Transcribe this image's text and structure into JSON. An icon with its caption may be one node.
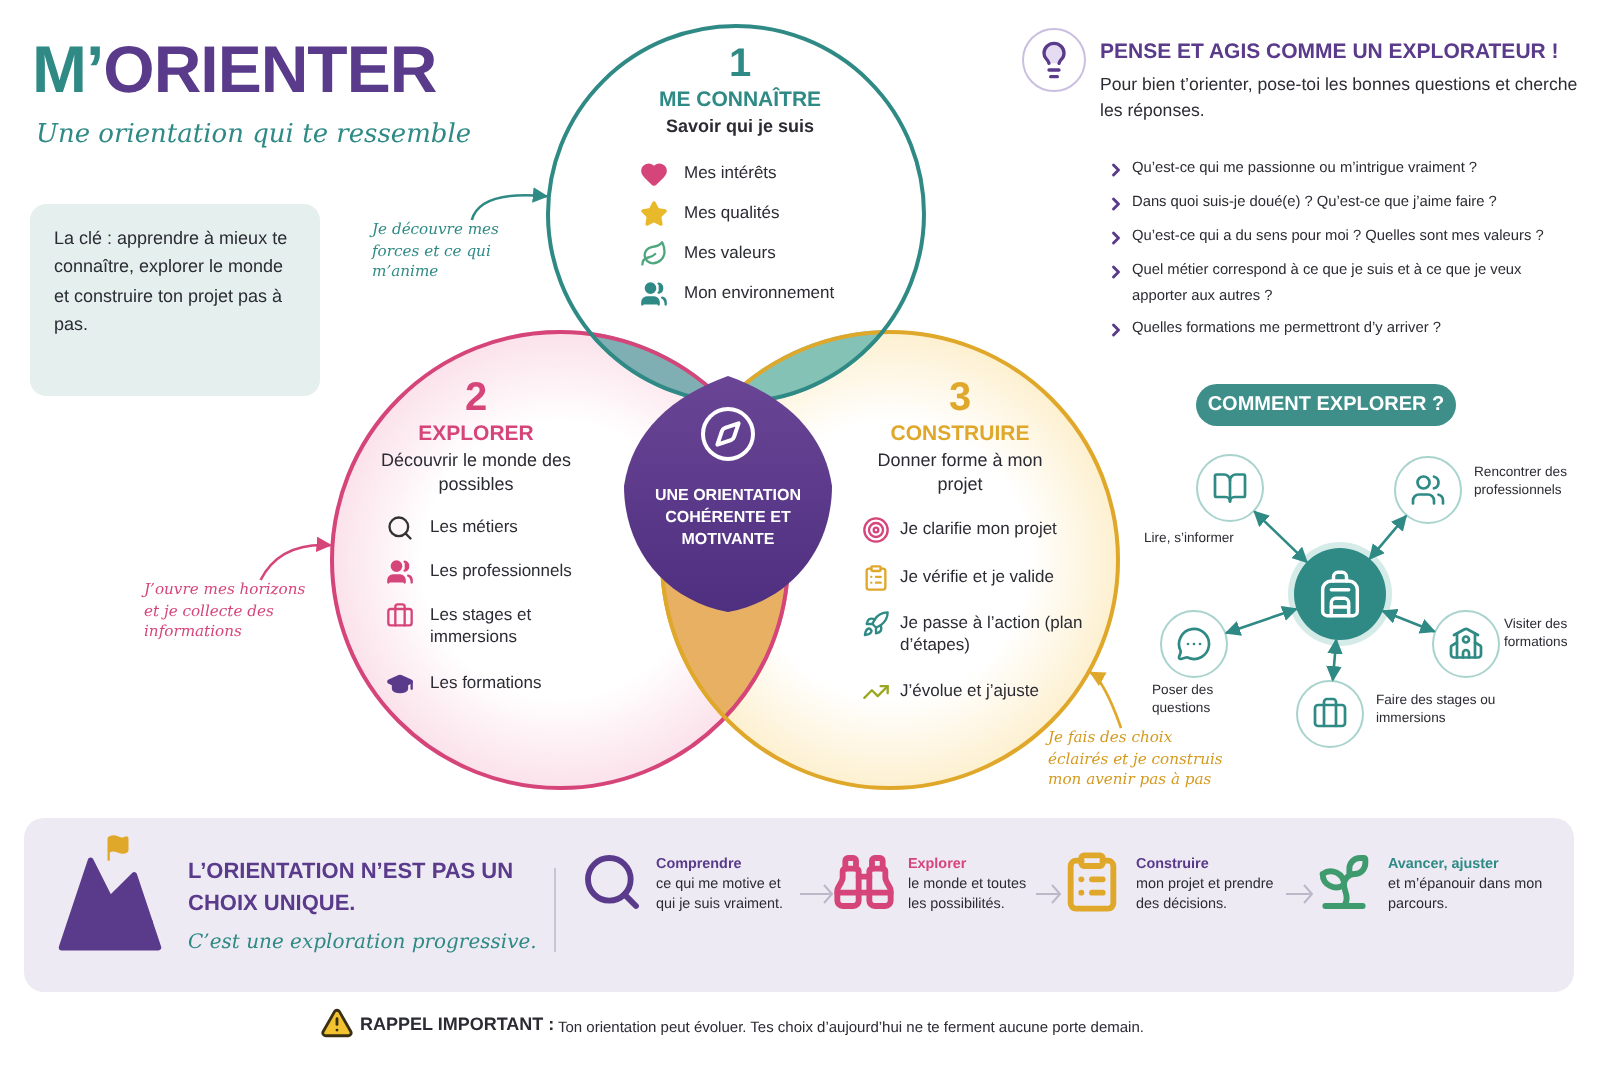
{
  "diagram": {
    "title": "M’ORIENTER",
    "nodes": [
      {
        "text": [
          "1",
          "ME CONNAÎTRE",
          "Savoir qui je suis",
          "Mes intérêts",
          "Mes qualités",
          "Mes valeurs",
          "Mon environnement"
        ]
      },
      {
        "text": [
          "2",
          "EXPLORER",
          "Découvrir le monde des possibles",
          "Les métiers",
          "Les professionnels",
          "Les stages et immersions",
          "Les formations"
        ]
      },
      {
        "text": [
          "3",
          "CONSTRUIRE",
          "Donner forme à mon projet",
          "Je clarifie mon projet",
          "Je vérifie et je valide",
          "Je passe à l’action (plan d’étapes)",
          "J’évolue et j’ajuste"
        ]
      },
      {
        "text": [
          "UNE ORIENTATION COHÉRENTE ET MOTIVANTE"
        ]
      },
      {
        "text": [
          "Je découvre mes forces et ce qui m’anime"
        ]
      },
      {
        "text": [
          "J’ouvre mes horizons et je collecte des informations"
        ]
      },
      {
        "text": [
          "Je fais des choix éclairés et je construis mon avenir pas à pas"
        ]
      },
      {
        "text": [],
        "shape": "circle"
      },
      {
        "text": [],
        "shape": "circle",
        "beside": [
          "Lire, s’informer"
        ]
      },
      {
        "text": [],
        "shape": "circle",
        "beside": [
          "Rencontrer des professionnels"
        ]
      },
      {
        "text": [],
        "shape": "circle",
        "beside": [
          "Poser des questions"
        ]
      },
      {
        "text": [],
        "shape": "circle",
        "beside": [
          "Visiter des formations"
        ]
      },
      {
        "text": [],
        "shape": "circle",
        "beside": [
          "Faire des stages ou immersions"
        ]
      },
      {
        "text": [
          "La clé : apprendre à mieux te connaître, explorer le monde et construire ton projet pas à pas."
        ]
      },
      {
        "text": [
          "L’ORIENTATION N’EST PAS UN CHOIX UNIQUE.",
          "C’est une exploration progressive."
        ]
      },
      {
        "text": [
          "**Comprendre** ce qui me motive et qui je suis vraiment."
        ],
        "in": 14
      },
      {
        "text": [
          "**Explorer** le monde et toutes les possibilités."
        ],
        "in": 14
      },
      {
        "text": [
          "**Construire** mon projet et prendre des décisions."
        ],
        "in": 14
      },
      {
        "text": [
          "**Avancer, ajuster** et m’épanouir dans mon parcours."
        ],
        "in": 14
      },
      {
        "text": [
          "COMMENT EXPLORER ?"
        ]
      }
    ],
    "edges": [
      {
        "from": 4,
        "to": 0,
        "arrow": "to"
      },
      {
        "from": 5,
        "to": 1,
        "arrow": "to",
        "color": "#d6457a"
      },
      {
        "from": 6,
        "to": 2,
        "arrow": "to",
        "color": "#e0a82a"
      },
      {
        "from": 7,
        "to": 8,
        "arrow": "both"
      },
      {
        "from": 7,
        "to": 9,
        "arrow": "both"
      },
      {
        "from": 7,
        "to": 10,
        "arrow": "both"
      },
      {
        "from": 7,
        "to": 11,
        "arrow": "both"
      },
      {
        "from": 7,
        "to": 12,
        "arrow": "both"
      },
      {
        "from": 15,
        "to": 16,
        "arrow": "to",
        "color": "#bdb8c8"
      },
      {
        "from": 16,
        "to": 17,
        "arrow": "to",
        "color": "#bdb8c8"
      },
      {
        "from": 17,
        "to": 18,
        "arrow": "to",
        "color": "#bdb8c8"
      }
    ],
    "labels": [
      "Une orientation qui te ressemble",
      "PENSE ET AGIS COMME UN EXPLORATEUR !",
      "Pour bien t’orienter, pose-toi les bonnes questions et cherche les réponses.",
      "Qu’est-ce qui me passionne ou m’intrigue vraiment ?",
      "Dans quoi suis-je doué(e) ? Qu’est-ce que j’aime faire ?",
      "Qu’est-ce qui a du sens pour moi ? Quelles sont mes valeurs ?",
      "Quel métier correspond à ce que je suis et à ce que je veux apporter aux autres ?",
      "Quelles formations me permettront d’y arriver ?",
      "RAPPEL IMPORTANT :",
      "Ton orientation peut évoluer. Tes choix d’aujourd’hui ne te ferment aucune porte demain."
    ]
  }
}
